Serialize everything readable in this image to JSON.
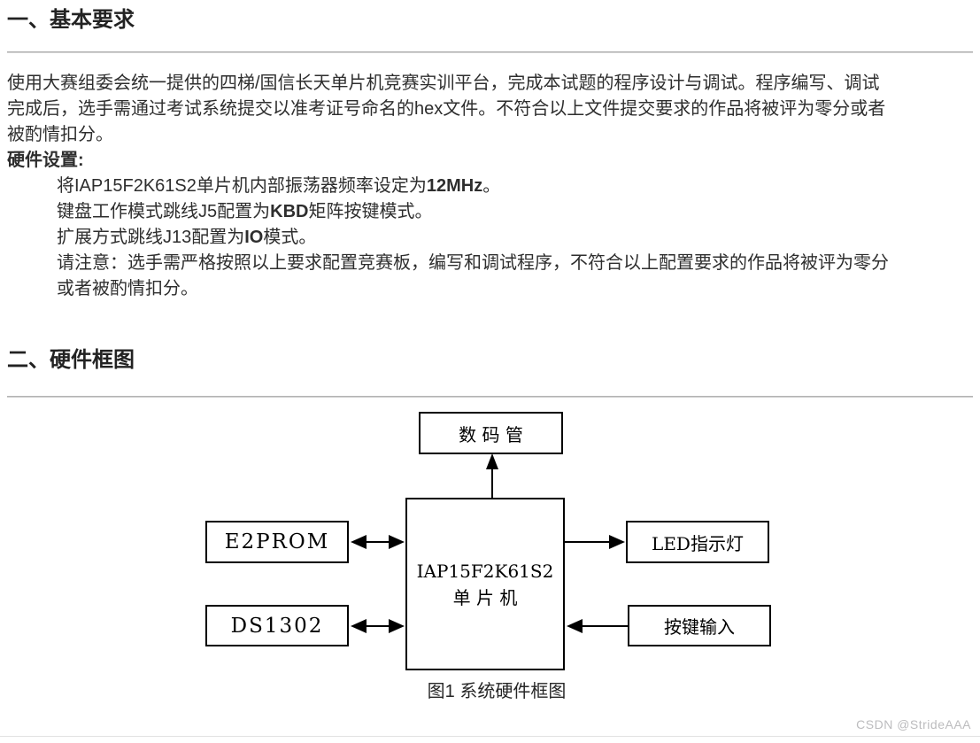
{
  "section1": {
    "title": "一、基本要求",
    "paragraph_lines": [
      "使用大赛组委会统一提供的四梯/国信长天单片机竞赛实训平台，完成本试题的程序设计与调试。程序编写、调试",
      "完成后，选手需通过考试系统提交以准考证号命名的hex文件。不符合以上文件提交要求的作品将被评为零分或者",
      "被酌情扣分。"
    ],
    "hardware_setup_label": "硬件设置:",
    "setup_lines": [
      {
        "prefix": "将IAP15F2K61S2单片机内部振荡器频率设定为",
        "bold": "12MHz",
        "suffix": "。"
      },
      {
        "prefix": "键盘工作模式跳线J5配置为",
        "bold": "KBD",
        "suffix": "矩阵按键模式。"
      },
      {
        "prefix": "扩展方式跳线J13配置为",
        "bold": "IO",
        "suffix": "模式。"
      },
      {
        "prefix": "请注意：选手需严格按照以上要求配置竞赛板，编写和调试程序，不符合以上配置要求的作品将被评为零分",
        "bold": "",
        "suffix": ""
      },
      {
        "prefix": "或者被酌情扣分。",
        "bold": "",
        "suffix": ""
      }
    ]
  },
  "section2": {
    "title": "二、硬件框图",
    "diagram": {
      "blocks": {
        "display": "数 码 管",
        "mcu_line1": "IAP15F2K61S2",
        "mcu_line2": "单 片 机",
        "eeprom": "E2PROM",
        "rtc": "DS1302",
        "led": "LED指示灯",
        "keys": "按键输入"
      },
      "caption": "图1 系统硬件框图",
      "line_color": "#000000"
    }
  },
  "footer": {
    "watermark": "CSDN @StrideAAA"
  }
}
